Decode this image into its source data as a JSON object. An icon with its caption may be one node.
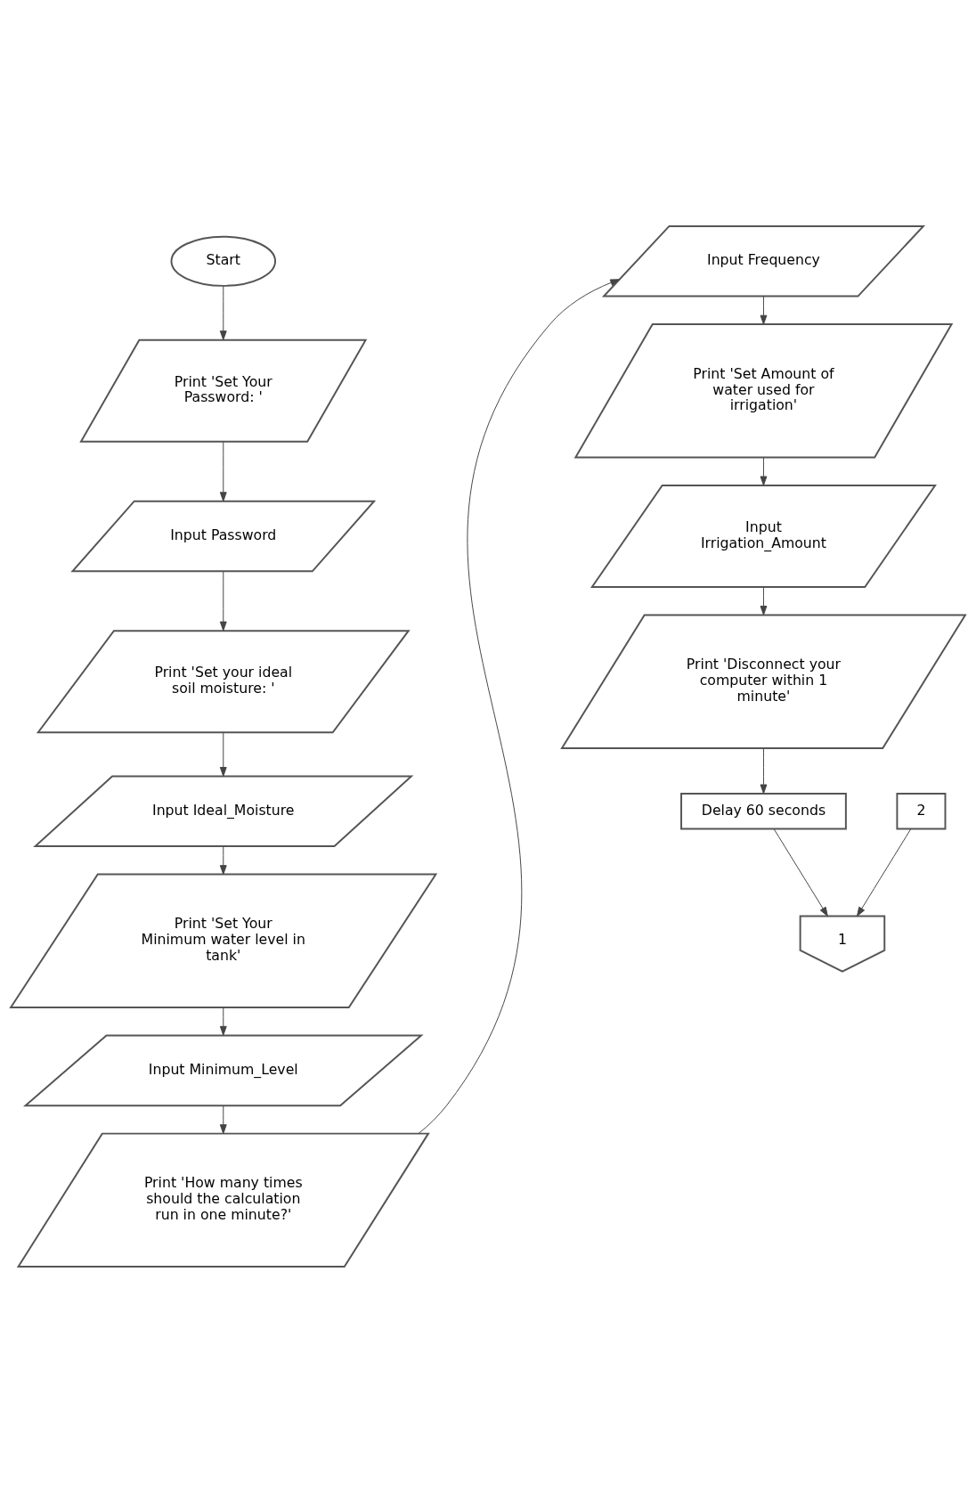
{
  "diagram": {
    "nodes": [
      {
        "text": [
          "Start"
        ]
      },
      {
        "text": [
          "Print 'Set Your Password: '"
        ]
      },
      {
        "text": [
          "Input Password"
        ]
      },
      {
        "text": [
          "Print 'Set your ideal soil moisture: '"
        ]
      },
      {
        "text": [
          "Input Ideal_Moisture"
        ]
      },
      {
        "text": [
          "Print 'Set Your Minimum water level in tank'"
        ]
      },
      {
        "text": [
          "Input Minimum_Level"
        ]
      },
      {
        "text": [
          "Print 'How many times should the calculation run in one minute?'"
        ]
      },
      {
        "text": [
          "Input Frequency"
        ]
      },
      {
        "text": [
          "Print 'Set Amount of water used for irrigation'"
        ]
      },
      {
        "text": [
          "Input Irrigation_Amount"
        ]
      },
      {
        "text": [
          "Print 'Disconnect your computer within 1 minute'"
        ]
      },
      {
        "text": [
          "Delay 60 seconds"
        ]
      },
      {
        "text": [
          "2"
        ]
      },
      {
        "text": [
          "1"
        ]
      }
    ],
    "edges": [
      {
        "from": 0,
        "to": 1,
        "arrow": "to"
      },
      {
        "from": 1,
        "to": 2,
        "arrow": "to"
      },
      {
        "from": 2,
        "to": 3,
        "arrow": "to"
      },
      {
        "from": 3,
        "to": 4,
        "arrow": "to"
      },
      {
        "from": 4,
        "to": 5,
        "arrow": "to"
      },
      {
        "from": 5,
        "to": 6,
        "arrow": "to"
      },
      {
        "from": 6,
        "to": 7,
        "arrow": "to"
      },
      {
        "from": 7,
        "to": 8,
        "arrow": "to"
      },
      {
        "from": 8,
        "to": 9,
        "arrow": "to"
      },
      {
        "from": 9,
        "to": 10,
        "arrow": "to"
      },
      {
        "from": 10,
        "to": 11,
        "arrow": "to"
      },
      {
        "from": 11,
        "to": 12,
        "arrow": "to"
      },
      {
        "from": 12,
        "to": 14,
        "arrow": "to"
      },
      {
        "from": 13,
        "to": 14,
        "arrow": "to"
      }
    ]
  }
}
